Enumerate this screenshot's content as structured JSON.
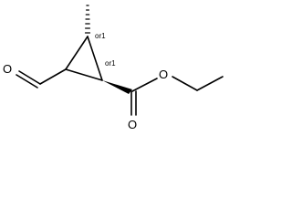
{
  "molecule": {
    "atoms": {
      "aldehyde_oxygen": "O",
      "carbonyl_oxygen": "O",
      "ester_oxygen": "O"
    },
    "stereo_labels": {
      "methyl_center": "or1",
      "ester_center": "or1"
    }
  }
}
